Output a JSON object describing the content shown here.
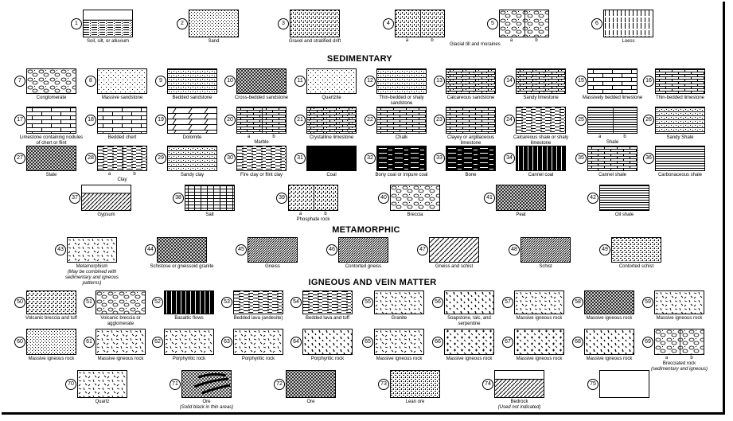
{
  "headings": {
    "sedimentary": "SEDIMENTARY",
    "metamorphic": "METAMORPHIC",
    "igneous": "IGNEOUS AND VEIN MATTER"
  },
  "shared_labels": {
    "glacial": "Glacial till and moraines"
  },
  "items": [
    {
      "num": "1",
      "label": "Soil, silt, or alluvium",
      "pattern": "silt"
    },
    {
      "num": "2",
      "label": "Sand",
      "pattern": "stipple"
    },
    {
      "num": "3",
      "label": "Gravel and stratified drift",
      "pattern": "gravel-fine"
    },
    {
      "num": "4",
      "label": "",
      "ab": [
        "a",
        "b"
      ],
      "pattern": "gravel-fine"
    },
    {
      "num": "5",
      "label": "",
      "ab": [
        "a",
        "b"
      ],
      "pattern": "gravel"
    },
    {
      "num": "6",
      "label": "Loess",
      "pattern": "vlines-broken"
    },
    {
      "num": "7",
      "label": "Conglomerate",
      "pattern": "gravel"
    },
    {
      "num": "8",
      "label": "Massive sandstone",
      "pattern": "dots"
    },
    {
      "num": "9",
      "label": "Bedded sandstone",
      "pattern": "stipple-lines"
    },
    {
      "num": "10",
      "label": "Cross-bedded sandstone",
      "pattern": "crosshatch"
    },
    {
      "num": "11",
      "label": "Quartzite",
      "pattern": "dots"
    },
    {
      "num": "12",
      "label": "Thin-bedded or shaly sandstone",
      "pattern": "stipple-lines"
    },
    {
      "num": "13",
      "label": "Calcareous sandstone",
      "pattern": "brick-dots"
    },
    {
      "num": "14",
      "label": "Sandy limestone",
      "pattern": "brick-dots"
    },
    {
      "num": "15",
      "label": "Massively bedded limestone",
      "pattern": "brick-large"
    },
    {
      "num": "16",
      "label": "Thin-bedded limestone",
      "pattern": "brick"
    },
    {
      "num": "17",
      "label": "Limestone containing nodules of chert or flint",
      "pattern": "brick-large"
    },
    {
      "num": "18",
      "label": "Bedded chert",
      "pattern": "brick-large"
    },
    {
      "num": "19",
      "label": "Dolomite",
      "pattern": "dolomite"
    },
    {
      "num": "20",
      "label": "Marble",
      "ab": [
        "a",
        "b"
      ],
      "pattern": "brick"
    },
    {
      "num": "21",
      "label": "Crystalline limestone",
      "pattern": "brick-dots"
    },
    {
      "num": "22",
      "label": "Chalk",
      "pattern": "brick"
    },
    {
      "num": "23",
      "label": "Clayey or argillaceous limestone",
      "pattern": "brick"
    },
    {
      "num": "24",
      "label": "Calcareous shale or shaly limestone",
      "pattern": "dashes"
    },
    {
      "num": "25",
      "label": "Shale",
      "ab": [
        "a",
        "b"
      ],
      "pattern": "lines-h"
    },
    {
      "num": "26",
      "label": "Sandy Shale",
      "pattern": "stipple-lines"
    },
    {
      "num": "27",
      "label": "Slate",
      "pattern": "crosshatch"
    },
    {
      "num": "28",
      "label": "Clay",
      "ab": [
        "a",
        "b"
      ],
      "pattern": "dashes"
    },
    {
      "num": "29",
      "label": "Sandy clay",
      "pattern": "stipple-lines"
    },
    {
      "num": "30",
      "label": "Fire clay or flint clay",
      "pattern": "dashes"
    },
    {
      "num": "31",
      "label": "Coal",
      "pattern": "solid"
    },
    {
      "num": "32",
      "label": "Bony coal or impure coal",
      "pattern": "solid-streaks"
    },
    {
      "num": "33",
      "label": "Bone",
      "pattern": "solid-streaks"
    },
    {
      "num": "34",
      "label": "Cannel coal",
      "pattern": "vlines-solid"
    },
    {
      "num": "35",
      "label": "Cannel shale",
      "pattern": "brick"
    },
    {
      "num": "36",
      "label": "Carbonaceous shale",
      "pattern": "lines-h"
    },
    {
      "num": "37",
      "label": "Gypsum",
      "pattern": "diag-band"
    },
    {
      "num": "38",
      "label": "Salt",
      "pattern": "grid"
    },
    {
      "num": "39",
      "label": "Phosphate rock",
      "ab": [
        "a",
        "b"
      ],
      "pattern": "gravel-fine"
    },
    {
      "num": "40",
      "label": "Breccia",
      "pattern": "gravel"
    },
    {
      "num": "41",
      "label": "Peat",
      "pattern": "crosshatch"
    },
    {
      "num": "42",
      "label": "Oil shale",
      "pattern": "lines-h"
    },
    {
      "num": "43",
      "label": "Metamorphism",
      "sub": "(May be combined with sedimentary and igneous patterns)",
      "pattern": "dashes-random"
    },
    {
      "num": "44",
      "label": "Schistose or gneissoid granite",
      "pattern": "crosshatch"
    },
    {
      "num": "45",
      "label": "Gneiss",
      "pattern": "diag-dense"
    },
    {
      "num": "46",
      "label": "Contorted gneiss",
      "pattern": "diag-dense"
    },
    {
      "num": "47",
      "label": "Gneiss and schist",
      "pattern": "diag"
    },
    {
      "num": "48",
      "label": "Schist",
      "pattern": "diag-dense"
    },
    {
      "num": "49",
      "label": "Contorted schist",
      "pattern": "gravel-fine"
    },
    {
      "num": "50",
      "label": "Volcanic breccia and tuff",
      "pattern": "gravel-fine"
    },
    {
      "num": "51",
      "label": "Volcanic breccia or agglomerate",
      "pattern": "gravel"
    },
    {
      "num": "52",
      "label": "Basaltic flows",
      "pattern": "vlines-solid"
    },
    {
      "num": "53",
      "label": "Bedded lava (andesite)",
      "pattern": "dashes"
    },
    {
      "num": "54",
      "label": "Bedded lava and tuff",
      "pattern": "dashes"
    },
    {
      "num": "55",
      "label": "Granite",
      "pattern": "dashes-random"
    },
    {
      "num": "56",
      "label": "Soapstone, talc, and serpentine",
      "pattern": "ticks"
    },
    {
      "num": "57",
      "label": "Massive igneous rock",
      "pattern": "dashes-random"
    },
    {
      "num": "58",
      "label": "Massive igneous rock",
      "pattern": "crosshatch"
    },
    {
      "num": "59",
      "label": "Massive igneous rock",
      "pattern": "dashes-random"
    },
    {
      "num": "60",
      "label": "Massive igneous rock",
      "pattern": "stipple"
    },
    {
      "num": "61",
      "label": "Massive igneous rock",
      "pattern": "dashes-random"
    },
    {
      "num": "62",
      "label": "Porphyritic rock",
      "pattern": "dashes-random"
    },
    {
      "num": "63",
      "label": "Porphyritic rock",
      "pattern": "dashes-random"
    },
    {
      "num": "64",
      "label": "Porphyritic rock",
      "pattern": "ticks"
    },
    {
      "num": "65",
      "label": "Massive igneous rock",
      "pattern": "dashes-random"
    },
    {
      "num": "66",
      "label": "Massive igneous rock",
      "pattern": "plus"
    },
    {
      "num": "67",
      "label": "Massive igneous rock",
      "pattern": "plus"
    },
    {
      "num": "68",
      "label": "Massive igneous rock",
      "pattern": "ticks"
    },
    {
      "num": "69",
      "label": "Brecciated rock",
      "ab": [
        "a",
        "b"
      ],
      "sub": "(sedimentary and igneous)",
      "pattern": "gravel"
    },
    {
      "num": "70",
      "label": "Quartz",
      "pattern": "dashes-random"
    },
    {
      "num": "71",
      "label": "Ore",
      "sub": "(Solid black in thin areas)",
      "pattern": "ore"
    },
    {
      "num": "72",
      "label": "Ore",
      "pattern": "crosshatch"
    },
    {
      "num": "73",
      "label": "Lean ore",
      "pattern": "gravel-fine"
    },
    {
      "num": "74",
      "label": "Bedrock",
      "sub": "(Used not indicated)",
      "pattern": "diag-band"
    },
    {
      "num": "75",
      "label": "",
      "pattern": "blank"
    }
  ]
}
